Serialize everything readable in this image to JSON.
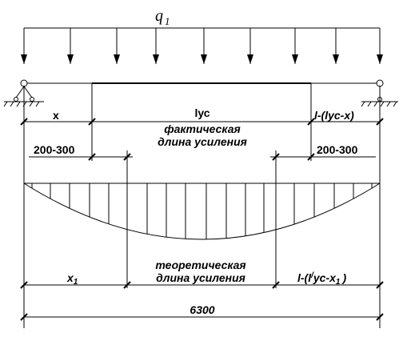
{
  "load": {
    "symbol": "q",
    "subscript": "1"
  },
  "labels": {
    "x": "x",
    "l_us": "lус",
    "actual_line1": "фактическая",
    "actual_line2": "длина усиления",
    "right_offset_actual": "l-(lус-x)",
    "offset_left": "200-300",
    "offset_right": "200-300",
    "theoretical_line1": "теоретическая",
    "theoretical_line2": "длина усиления",
    "x1_main": "x",
    "x1_sub": "1",
    "right_offset_theor_a": "l-(l",
    "right_offset_theor_b": "ус-x",
    "right_offset_theor_sub": "1",
    "right_offset_theor_c": ")",
    "total_span": "6300"
  }
}
